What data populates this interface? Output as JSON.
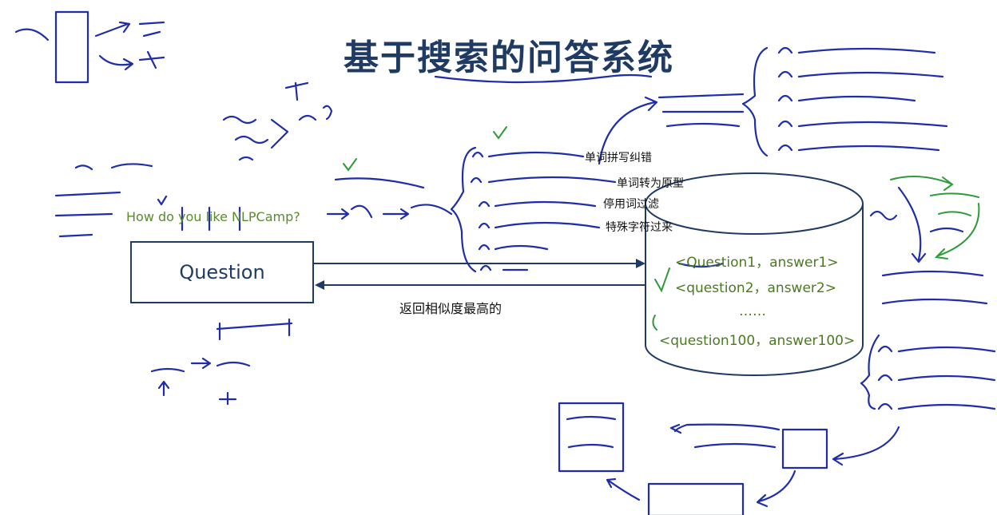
{
  "title": "基于搜索的问答系统",
  "question_box": {
    "label": "Question"
  },
  "user_question": "How do you like NLPCamp?",
  "database_rows": [
    "<Question1，answer1>",
    "<question2，answer2>",
    "……",
    "<question100，answer100>"
  ],
  "preprocessing_notes": [
    "单词拼写纠错",
    "单词转为原型",
    "停用词过滤",
    "特殊字符过来"
  ],
  "return_label": "返回相似度最高的",
  "colors": {
    "title": "#1f3a63",
    "ink_blue": "#1f2ea8",
    "ink_green": "#2e9a3c",
    "db_text": "#4a7a20"
  }
}
